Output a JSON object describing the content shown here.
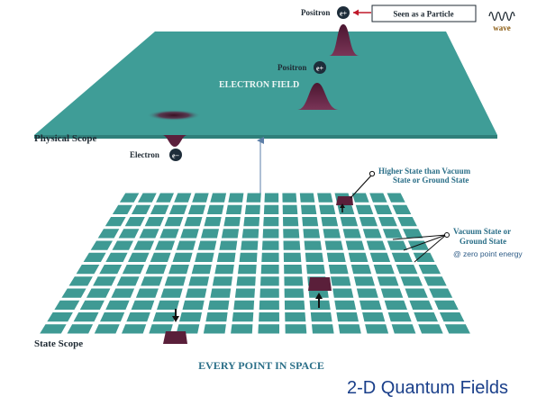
{
  "labels": {
    "positron_top": "Positron",
    "positron_badge": "e+",
    "seen_as_particle": "Seen as a Particle",
    "wave": "wave",
    "positron_mid": "Positron",
    "electron_field": "ELECTRON FIELD",
    "physical_scope": "Physical Scope",
    "electron": "Electron",
    "electron_badge": "e−",
    "higher_state_line1": "Higher State than Vacuum",
    "higher_state_line2": "State or Ground State",
    "vacuum_line1": "Vacuum State or",
    "vacuum_line2": "Ground State",
    "zero_point": "@ zero point energy",
    "state_scope": "State Scope",
    "every_point": "EVERY POINT IN SPACE",
    "title": "2-D Quantum Fields"
  },
  "colors": {
    "field_teal": "#3f9d97",
    "field_teal_dark": "#2f7f7a",
    "tile_teal": "#3f9a94",
    "excited_tile": "#5a1f3a",
    "peak": "#5b1f3c",
    "text_dark": "#1f2a33",
    "text_blue": "#2d5b86",
    "text_teal": "#2b6f88",
    "white_text": "#eef6f5",
    "title_blue": "#1a3f8a",
    "arrow_red": "#c0182a",
    "connector_blue": "#6c8db0"
  }
}
